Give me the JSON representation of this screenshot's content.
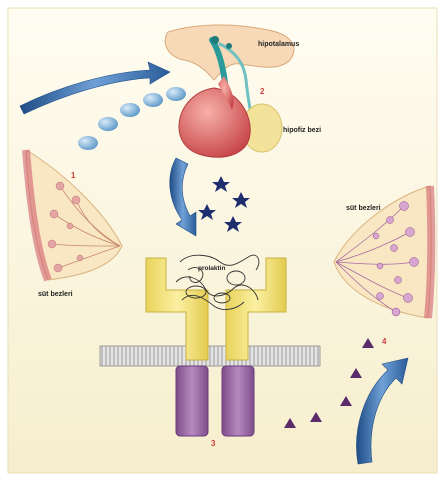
{
  "labels": {
    "hypothalamus": "hipotalamus",
    "pituitary": "hipofiz bezi",
    "milk_glands_left": "süt bezleri",
    "milk_glands_right": "süt bezleri",
    "prolactin": "prolaktin"
  },
  "numbers": {
    "n1": "1",
    "n2": "2",
    "n3": "3",
    "n4": "4"
  },
  "colors": {
    "panel_bg": "#fbf6df",
    "arrow_blue": "#3a6ea8",
    "dot_blue": "#7fb3d9",
    "star_navy": "#1e2d6e",
    "receptor_yellow": "#f2e27a",
    "receptor_purple": "#a070a8",
    "membrane_gray": "#c9c9c9",
    "triangle_purple": "#5a2a6a",
    "pituitary_red": "#e06a6a",
    "number_red": "#d04040"
  }
}
